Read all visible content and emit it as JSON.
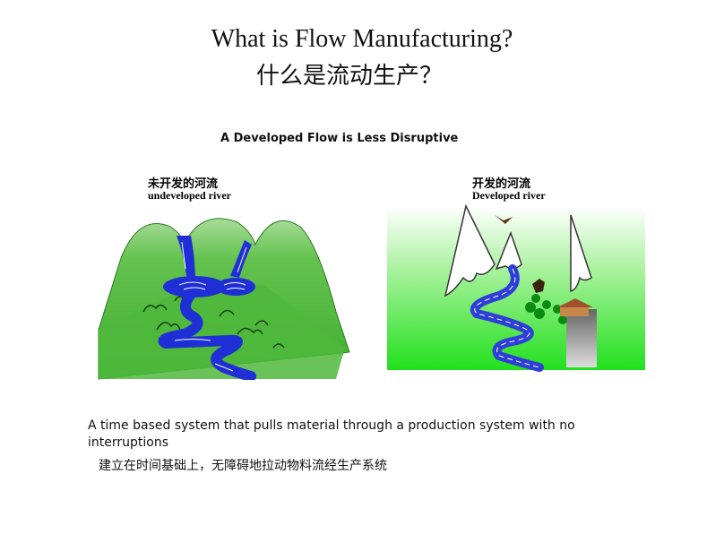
{
  "slide": {
    "title_en": "What is Flow Manufacturing?",
    "title_zh": "什么是流动生产？",
    "subtitle": "A Developed Flow is Less Disruptive",
    "undeveloped": {
      "label_zh": "未开发的河流",
      "label_en": "undeveloped river"
    },
    "developed": {
      "label_zh": "开发的河流",
      "label_en": "Developed  river"
    },
    "description_en": "A time based system that pulls material through a production system with no interruptions",
    "description_zh": "建立在时间基础上，无障碍地拉动物料流经生产系统"
  },
  "colors": {
    "mountain_green": "#5cc04a",
    "river_blue": "#1f2fd6",
    "bg_green": "#22e01e"
  }
}
